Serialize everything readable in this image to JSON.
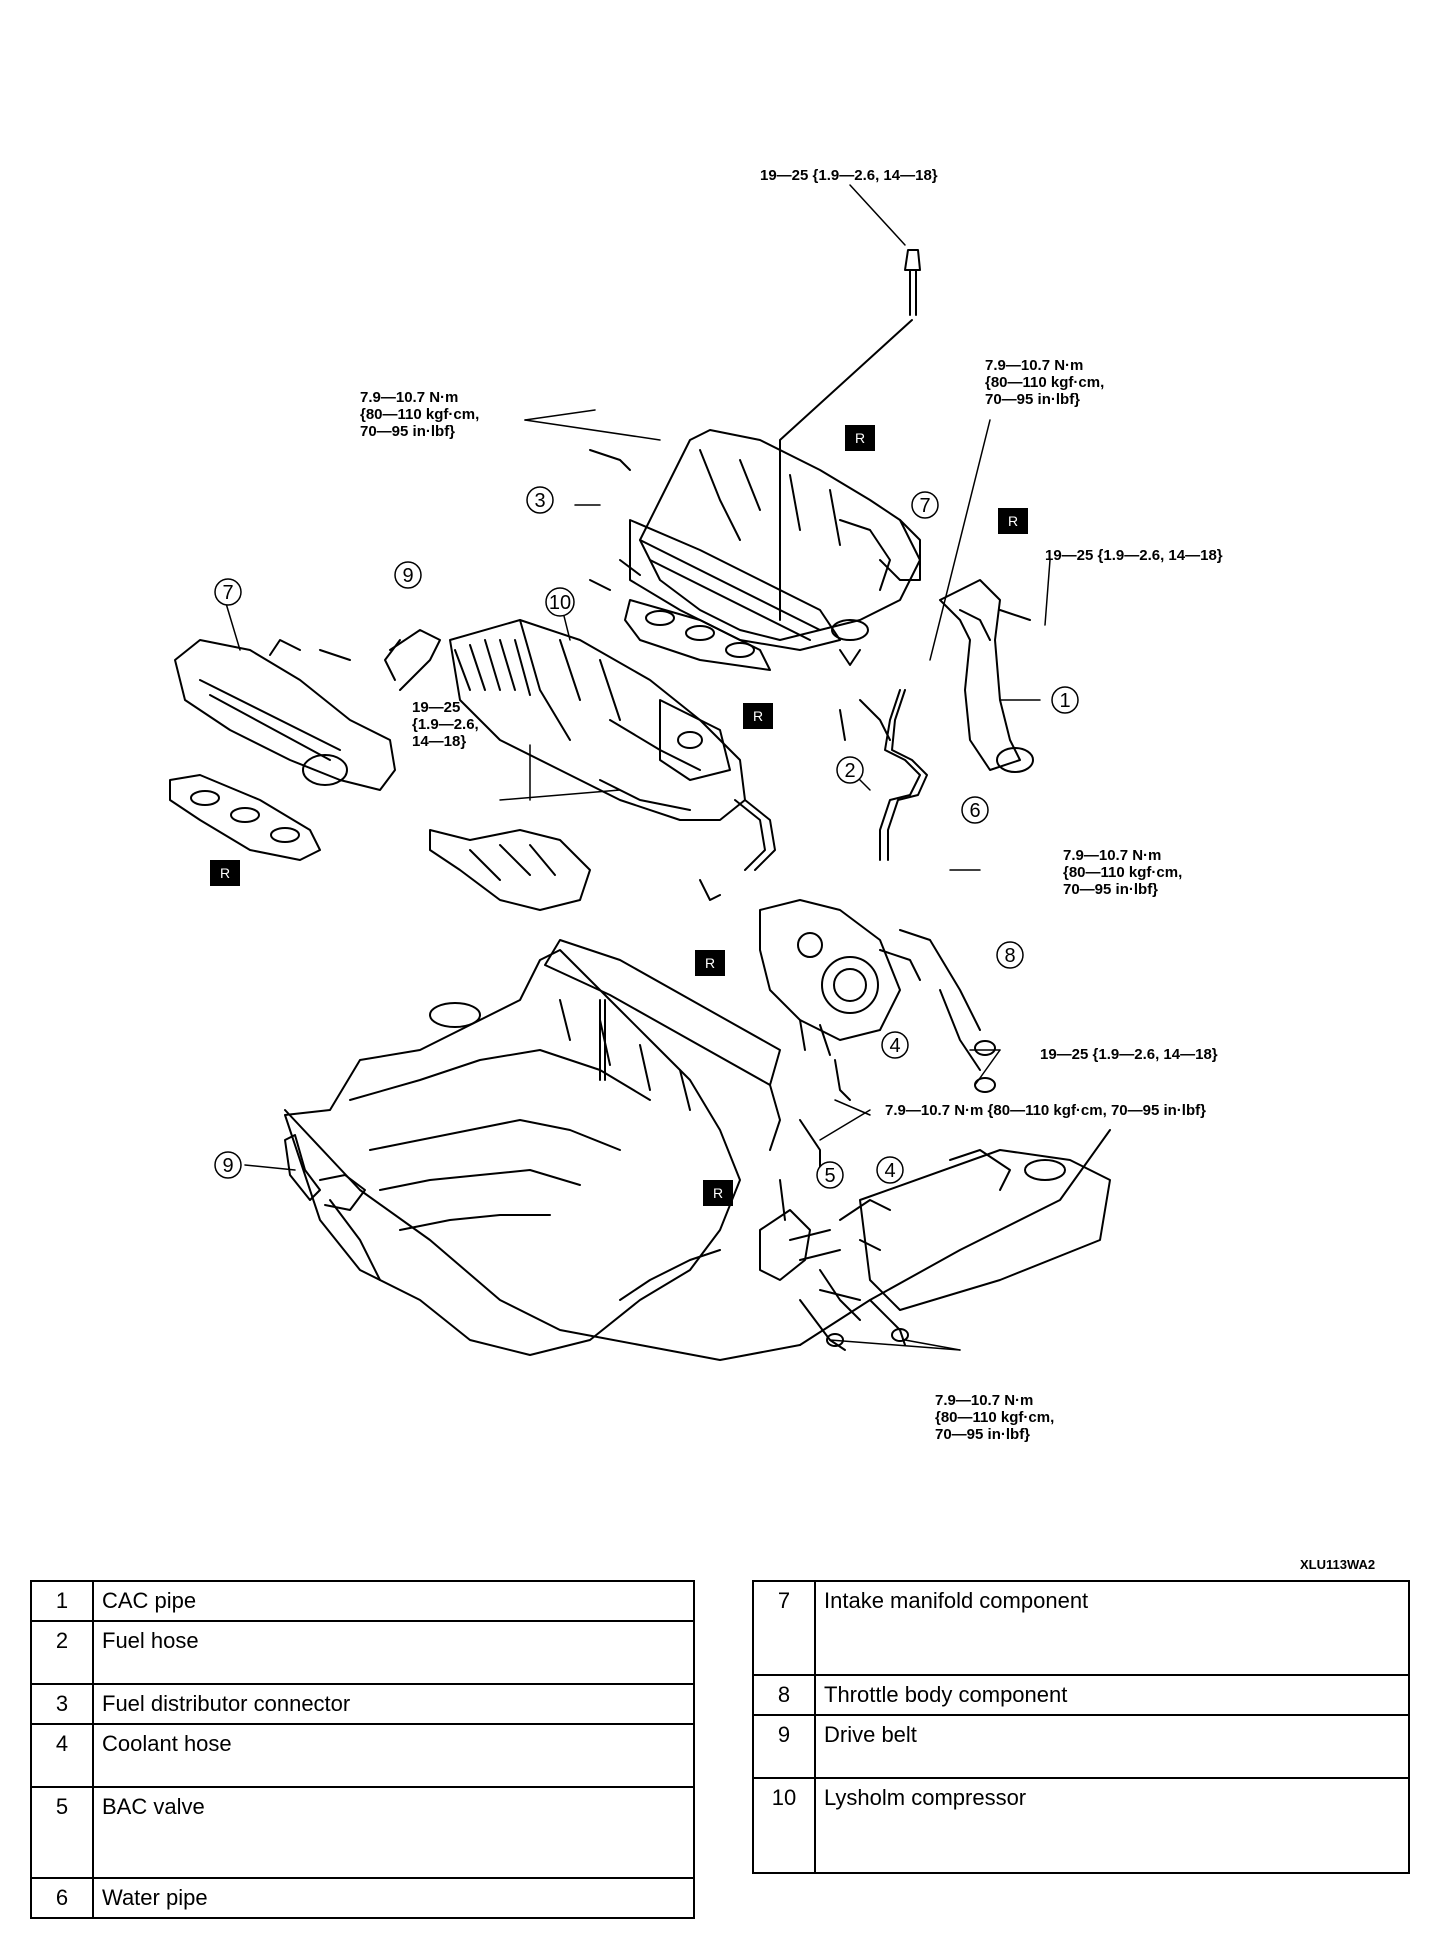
{
  "diagram": {
    "torque_labels": [
      {
        "id": "t1",
        "lines": [
          "19—25 {1.9—2.6, 14—18}"
        ]
      },
      {
        "id": "t2",
        "lines": [
          "7.9—10.7 N·m",
          "{80—110 kgf·cm,",
          "70—95 in·lbf}"
        ]
      },
      {
        "id": "t3",
        "lines": [
          "7.9—10.7 N·m",
          "{80—110 kgf·cm,",
          "70—95 in·lbf}"
        ]
      },
      {
        "id": "t4",
        "lines": [
          "19—25 {1.9—2.6, 14—18}"
        ]
      },
      {
        "id": "t5",
        "lines": [
          "19—25",
          "{1.9—2.6,",
          "14—18}"
        ]
      },
      {
        "id": "t6",
        "lines": [
          "7.9—10.7 N·m",
          "{80—110 kgf·cm,",
          "70—95 in·lbf}"
        ]
      },
      {
        "id": "t7",
        "lines": [
          "19—25 {1.9—2.6, 14—18}"
        ]
      },
      {
        "id": "t8",
        "lines": [
          "7.9—10.7 N·m {80—110 kgf·cm, 70—95 in·lbf}"
        ]
      },
      {
        "id": "t9",
        "lines": [
          "7.9—10.7 N·m",
          "{80—110 kgf·cm,",
          "70—95 in·lbf}"
        ]
      }
    ],
    "callouts": [
      "1",
      "2",
      "3",
      "4",
      "4",
      "5",
      "6",
      "7",
      "7",
      "8",
      "9",
      "9",
      "10"
    ],
    "replace_mark": "R",
    "figure_code": "XLU113WA2"
  },
  "legend": {
    "left": [
      {
        "num": "1",
        "label": "CAC pipe"
      },
      {
        "num": "2",
        "label": "Fuel hose"
      },
      {
        "num": "3",
        "label": "Fuel distributor connector"
      },
      {
        "num": "4",
        "label": "Coolant hose"
      },
      {
        "num": "5",
        "label": "BAC valve"
      },
      {
        "num": "6",
        "label": "Water pipe"
      }
    ],
    "right": [
      {
        "num": "7",
        "label": "Intake manifold component"
      },
      {
        "num": "8",
        "label": "Throttle body component"
      },
      {
        "num": "9",
        "label": "Drive belt"
      },
      {
        "num": "10",
        "label": "Lysholm compressor"
      }
    ]
  }
}
